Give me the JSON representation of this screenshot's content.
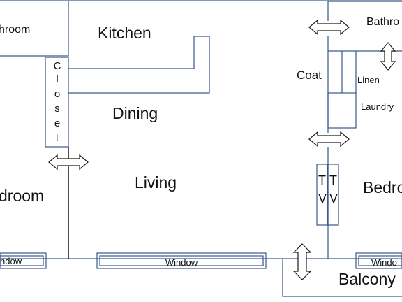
{
  "rooms": {
    "kitchen": "Kitchen",
    "dining": "Dining",
    "living": "Living",
    "coat": "Coat",
    "linen": "Linen",
    "laundry": "Laundry",
    "bathroom_left": "hroom",
    "bathroom_right": "Bathro",
    "bedroom_left": "droom",
    "bedroom_right": "Bedro",
    "balcony": "Balcony"
  },
  "closet_letters": [
    "C",
    "l",
    "o",
    "s",
    "e",
    "t"
  ],
  "tv_letters": [
    "T",
    "V",
    "T",
    "V"
  ],
  "windows": {
    "left": "ndow",
    "center": "Window",
    "right": "Windo"
  },
  "colors": {
    "wall": "#3a5a8c",
    "arrow": "#1a1a1a"
  }
}
